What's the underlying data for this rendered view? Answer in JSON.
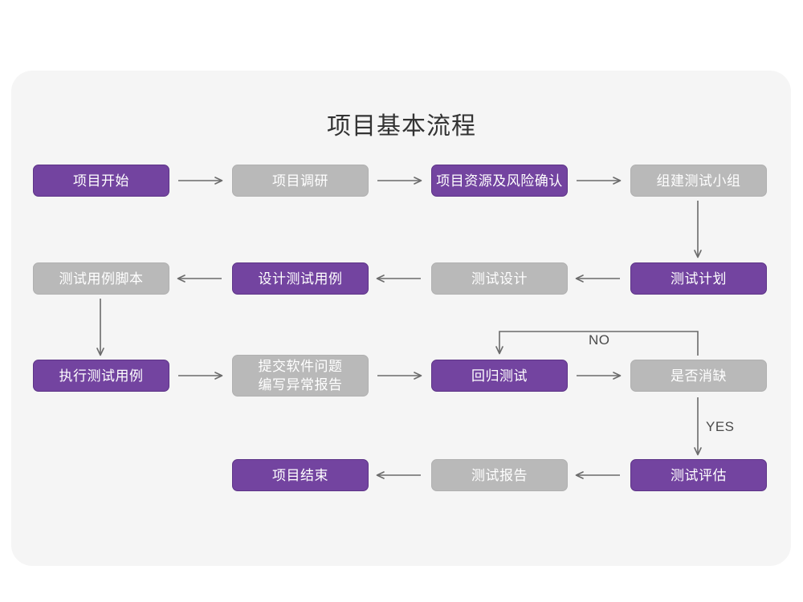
{
  "page": {
    "background_color": "#ffffff",
    "card_color": "#f5f5f5"
  },
  "diagram": {
    "title": "项目基本流程",
    "type": "flowchart",
    "colors": {
      "purple_fill": "#7344a0",
      "purple_border": "#5d3487",
      "gray_fill": "#b9b9b9",
      "gray_border": "#b0b0b0",
      "text_on_node": "#ffffff",
      "title_text": "#333333",
      "connector": "#6b6b6b",
      "label_text": "#4a4a4a"
    },
    "nodes": [
      {
        "id": "n1",
        "label": "项目开始",
        "style": "purple",
        "row": 1,
        "col": 1
      },
      {
        "id": "n2",
        "label": "项目调研",
        "style": "gray",
        "row": 1,
        "col": 2
      },
      {
        "id": "n3",
        "label": "项目资源及风险确认",
        "style": "purple",
        "row": 1,
        "col": 3
      },
      {
        "id": "n4",
        "label": "组建测试小组",
        "style": "gray",
        "row": 1,
        "col": 4
      },
      {
        "id": "n5",
        "label": "测试用例脚本",
        "style": "gray",
        "row": 2,
        "col": 1
      },
      {
        "id": "n6",
        "label": "设计测试用例",
        "style": "purple",
        "row": 2,
        "col": 2
      },
      {
        "id": "n7",
        "label": "测试设计",
        "style": "gray",
        "row": 2,
        "col": 3
      },
      {
        "id": "n8",
        "label": "测试计划",
        "style": "purple",
        "row": 2,
        "col": 4
      },
      {
        "id": "n9",
        "label": "执行测试用例",
        "style": "purple",
        "row": 3,
        "col": 1
      },
      {
        "id": "n10",
        "label": "提交软件问题\n编写异常报告",
        "style": "gray",
        "row": 3,
        "col": 2
      },
      {
        "id": "n11",
        "label": "回归测试",
        "style": "purple",
        "row": 3,
        "col": 3
      },
      {
        "id": "n12",
        "label": "是否消缺",
        "style": "gray",
        "row": 3,
        "col": 4
      },
      {
        "id": "n13",
        "label": "项目结束",
        "style": "purple",
        "row": 4,
        "col": 2
      },
      {
        "id": "n14",
        "label": "测试报告",
        "style": "gray",
        "row": 4,
        "col": 3
      },
      {
        "id": "n15",
        "label": "测试评估",
        "style": "purple",
        "row": 4,
        "col": 4
      }
    ],
    "edges": [
      {
        "from": "n1",
        "to": "n2",
        "direction": "right",
        "label": ""
      },
      {
        "from": "n2",
        "to": "n3",
        "direction": "right",
        "label": ""
      },
      {
        "from": "n3",
        "to": "n4",
        "direction": "right",
        "label": ""
      },
      {
        "from": "n4",
        "to": "n8",
        "direction": "down",
        "label": ""
      },
      {
        "from": "n8",
        "to": "n7",
        "direction": "left",
        "label": ""
      },
      {
        "from": "n7",
        "to": "n6",
        "direction": "left",
        "label": ""
      },
      {
        "from": "n6",
        "to": "n5",
        "direction": "left",
        "label": ""
      },
      {
        "from": "n5",
        "to": "n9",
        "direction": "down",
        "label": ""
      },
      {
        "from": "n9",
        "to": "n10",
        "direction": "right",
        "label": ""
      },
      {
        "from": "n10",
        "to": "n11",
        "direction": "right",
        "label": ""
      },
      {
        "from": "n11",
        "to": "n12",
        "direction": "right",
        "label": ""
      },
      {
        "from": "n12",
        "to": "n11",
        "direction": "loop-up-left",
        "label": "NO"
      },
      {
        "from": "n12",
        "to": "n15",
        "direction": "down",
        "label": "YES"
      },
      {
        "from": "n15",
        "to": "n14",
        "direction": "left",
        "label": ""
      },
      {
        "from": "n14",
        "to": "n13",
        "direction": "left",
        "label": ""
      }
    ],
    "labels": {
      "no": "NO",
      "yes": "YES"
    }
  }
}
